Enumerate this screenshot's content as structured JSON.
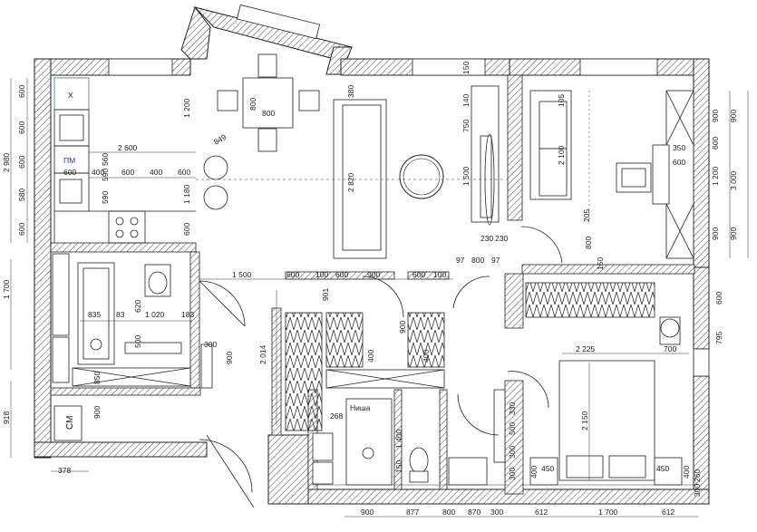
{
  "labels": {
    "x_mark": "Х",
    "dishwasher": "ПМ",
    "washer": "СМ",
    "niche": "Ниша"
  },
  "dims": {
    "left_600a": "600",
    "left_600b": "600",
    "left_600c": "600",
    "left_580": "580",
    "left_600d": "600",
    "left_2980": "2 980",
    "left_1700": "1 700",
    "left_918": "918",
    "bottom_378": "378",
    "top_150": "150",
    "top_380": "380",
    "top_140": "140",
    "top_750": "750",
    "kitchen_2600": "2 600",
    "kitchen_600a": "600",
    "kitchen_400a": "400",
    "kitchen_600b": "600",
    "kitchen_400b": "400",
    "kitchen_600c": "600",
    "kitchen_560": "560",
    "kitchen_590a": "590",
    "kitchen_590b": "590",
    "kitchen_600v": "600",
    "v_1200": "1 200",
    "v_1180": "1 180",
    "table_800h": "800",
    "table_800w": "800",
    "diag_849": "849",
    "sofa_2820": "2 820",
    "tv_1500": "1 500",
    "h_1500": "1 500",
    "h_600a": "600",
    "h_100a": "100",
    "h_600b": "600",
    "h_900": "900",
    "h_600c": "600",
    "h_100b": "100",
    "h_97a": "97",
    "h_800": "800",
    "h_97b": "97",
    "bath_835": "835",
    "bath_83": "83",
    "bath_1020": "1 020",
    "bath_183": "183",
    "bath_620": "620",
    "bath_500": "500",
    "bath_300": "300",
    "bath_900": "900",
    "bath_850": "850",
    "bath_900b": "900",
    "hall_901": "901",
    "hall_2014": "2 014",
    "hall_900": "900",
    "hall_400": "400",
    "hall_400b": "400",
    "wc_268": "268",
    "wc_1400": "1 400",
    "wc_150": "150",
    "wc_300a": "300",
    "wc_300b": "300",
    "wc_500": "500",
    "wc_330": "330",
    "b_900": "900",
    "b_877": "877",
    "b_800": "800",
    "b_870": "870",
    "b_300": "300",
    "b_612a": "612",
    "b_1700": "1 700",
    "b_612b": "612",
    "br_2225": "2 225",
    "br_700": "700",
    "br_2150": "2 150",
    "br_450a": "450",
    "br_450b": "450",
    "br_400a": "400",
    "br_400b": "400",
    "br_600": "600",
    "br_795": "795",
    "br_260": "260",
    "br_300": "300",
    "of_105": "105",
    "of_2100": "2 100",
    "of_205": "205",
    "of_350": "350",
    "of_600": "600",
    "of_230a": "230",
    "of_230b": "230",
    "of_800": "800",
    "of_150": "150",
    "r_900a": "900",
    "r_600": "600",
    "r_1200": "1 200",
    "r_900b": "900",
    "r_3000": "3 000",
    "r_900c": "900",
    "r_900d": "900"
  }
}
